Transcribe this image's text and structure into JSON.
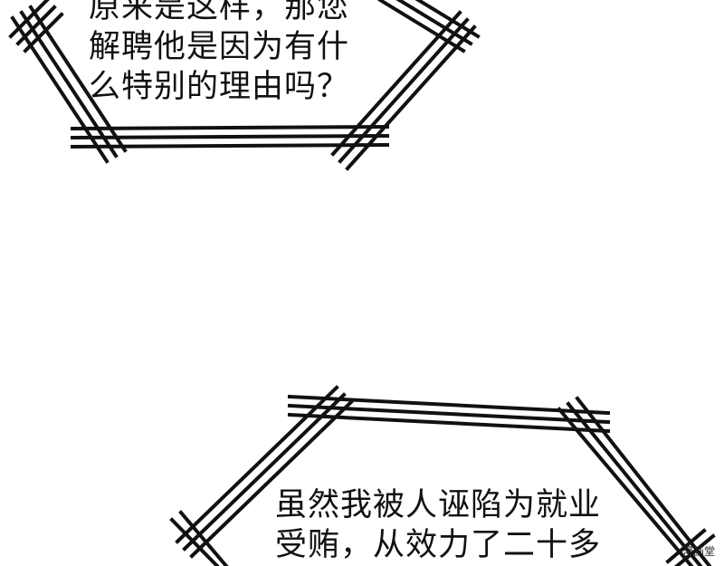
{
  "top_bubble": {
    "lines": [
      "原来是这样，那您",
      "解聘他是因为有什",
      "么特别的理由吗？"
    ]
  },
  "bottom_bubble": {
    "lines": [
      "虽然我被人诬陷为就业",
      "受贿，从效力了二十多"
    ]
  },
  "watermark": {
    "text": "漫画堂"
  },
  "colors": {
    "ink": "#111111",
    "paper": "#ffffff"
  }
}
